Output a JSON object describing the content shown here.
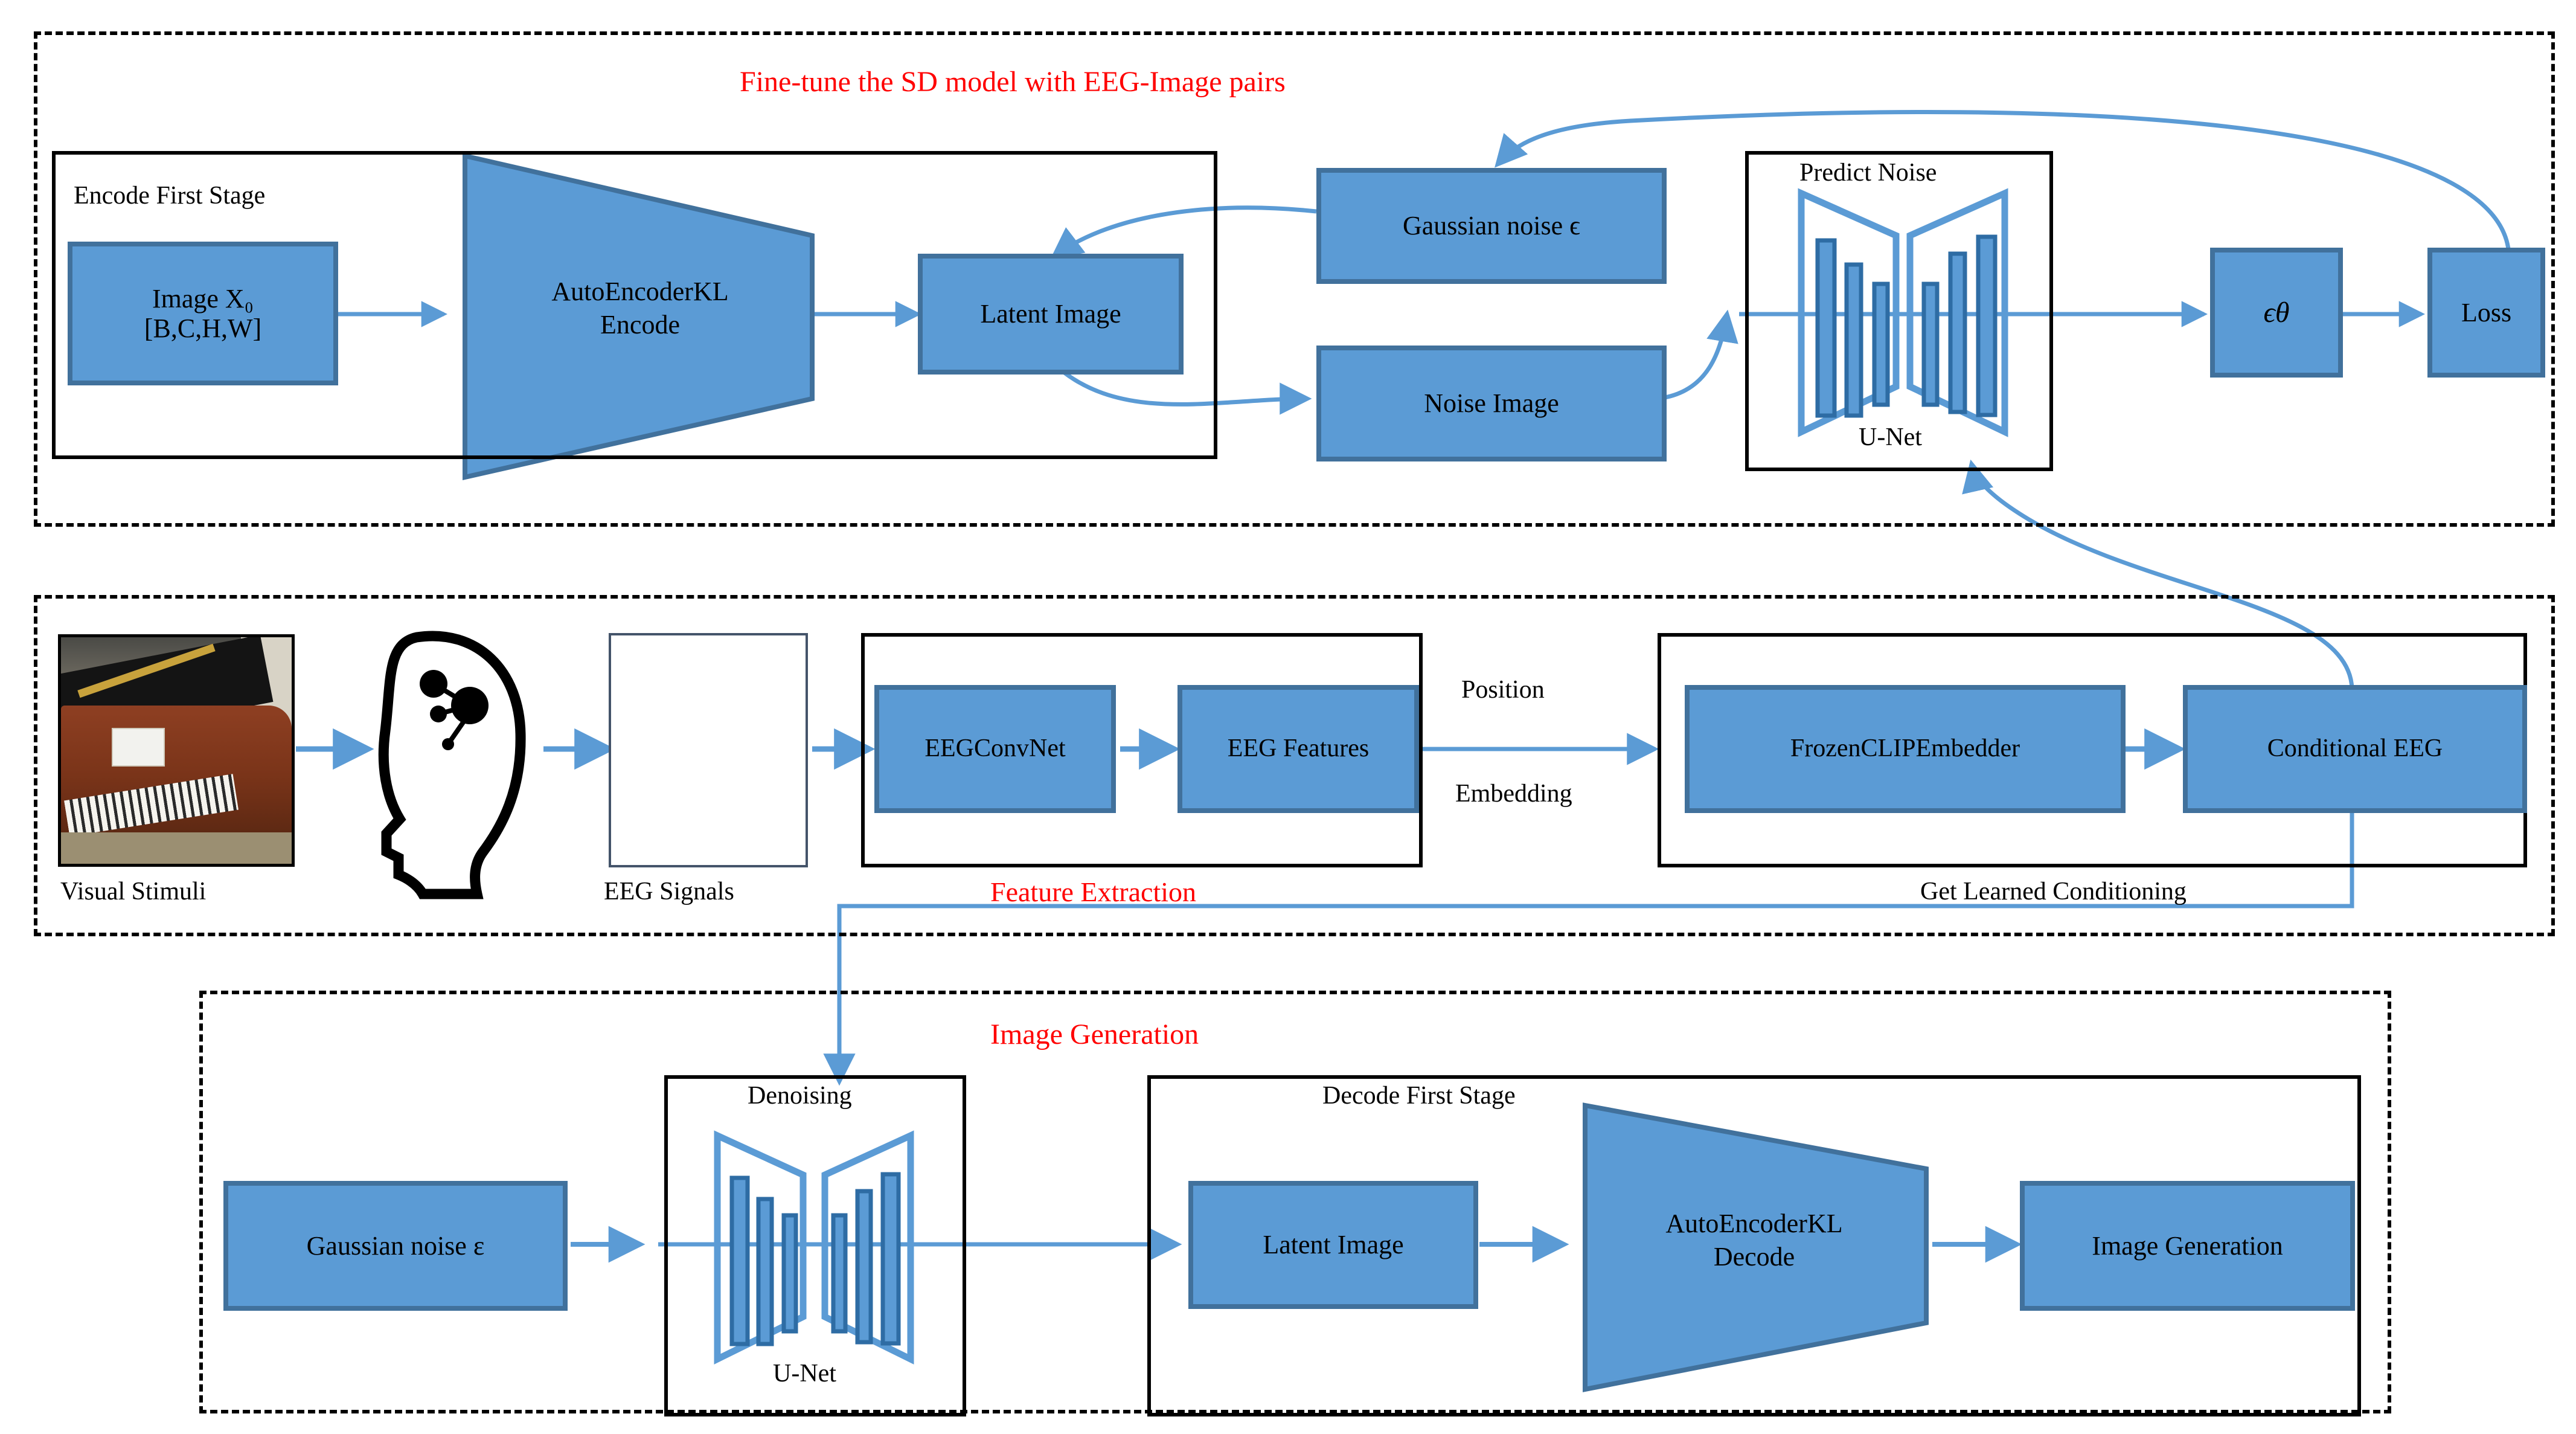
{
  "figure": {
    "type": "pipeline-diagram",
    "background": "#ffffff",
    "accent_blue": "#5B9BD5",
    "accent_blue_border": "#41719C",
    "arrow_blue": "#4A90D9",
    "title_red": "#FF0000"
  },
  "panel1": {
    "title": "Fine-tune the SD model with EEG-Image pairs",
    "group_label": "Encode First Stage",
    "boxes": {
      "image_x0_line1": "Image X₀",
      "image_x0_line2": "[B,C,H,W]",
      "autoencoder_line1": "AutoEncoderKL",
      "autoencoder_line2": "Encode",
      "latent_image": "Latent Image",
      "gaussian_noise": "Gaussian noise ϵ",
      "noise_image": "Noise Image",
      "epsilon_theta": "ϵθ",
      "loss": "Loss"
    },
    "unet": {
      "top_label": "Predict Noise",
      "bottom_label": "U-Net"
    }
  },
  "panel2": {
    "stimuli_caption": "Visual Stimuli",
    "eeg_caption": "EEG Signals",
    "feature_extraction_title": "Feature Extraction",
    "get_learned_conditioning": "Get Learned Conditioning",
    "edge_label_line1": "Position",
    "edge_label_line2": "Embedding",
    "boxes": {
      "eegconvnet": "EEGConvNet",
      "eeg_features": "EEG Features",
      "frozen_clip_embedder": "FrozenCLIPEmbedder",
      "conditional_eeg": "Conditional EEG"
    },
    "icons": {
      "head": "head-brain-icon",
      "wave": "eeg-waveform-icon",
      "stimulus": "piano-photo"
    }
  },
  "panel3": {
    "title": "Image Generation",
    "unet": {
      "top_label": "Denoising",
      "bottom_label": "U-Net"
    },
    "group_label": "Decode First Stage",
    "boxes": {
      "gaussian_noise": "Gaussian noise ε",
      "latent_image": "Latent Image",
      "autoencoder_line1": "AutoEncoderKL",
      "autoencoder_line2": "Decode",
      "image_generation": "Image Generation"
    }
  }
}
